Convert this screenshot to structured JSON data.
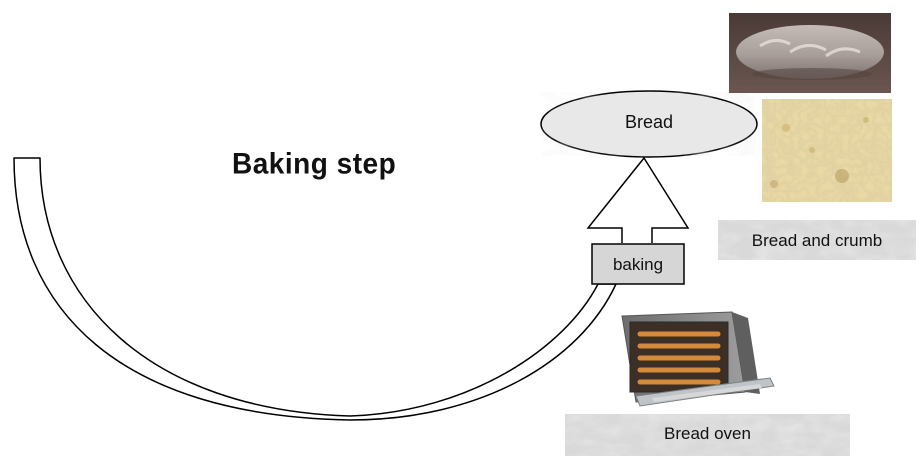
{
  "diagram": {
    "title": "Baking step",
    "nodes": {
      "bread": "Bread",
      "baking": "baking"
    },
    "captions": {
      "bread_and_crumb": "Bread and crumb",
      "bread_oven": "Bread oven"
    },
    "colors": {
      "ellipse_fill": "#e8e8e8",
      "label_box_fill": "#d6d6d6",
      "outline": "#000000",
      "crust_bg": "#5e4a45",
      "crumb_bg": "#e8d9a5"
    },
    "icons": [
      "baguette-image",
      "bread-crumb-image",
      "oven-image"
    ]
  }
}
